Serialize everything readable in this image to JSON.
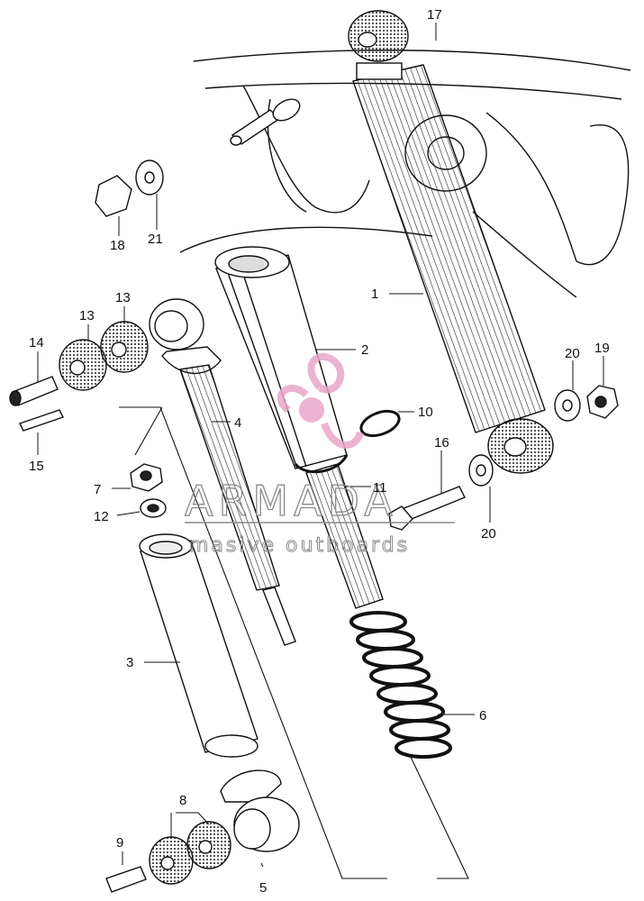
{
  "watermark": {
    "brand": "ARMADA",
    "tagline": "masive outboards",
    "logo_color": "#e8a6c8",
    "text_color": "#8a8a8a"
  },
  "callouts": {
    "c1": "1",
    "c2": "2",
    "c3": "3",
    "c4": "4",
    "c5": "5",
    "c6": "6",
    "c7": "7",
    "c8": "8",
    "c9": "9",
    "c10": "10",
    "c11": "11",
    "c12": "12",
    "c13a": "13",
    "c13b": "13",
    "c14": "14",
    "c15": "15",
    "c16": "16",
    "c17": "17",
    "c18": "18",
    "c19": "19",
    "c20a": "20",
    "c20b": "20",
    "c21": "21"
  }
}
